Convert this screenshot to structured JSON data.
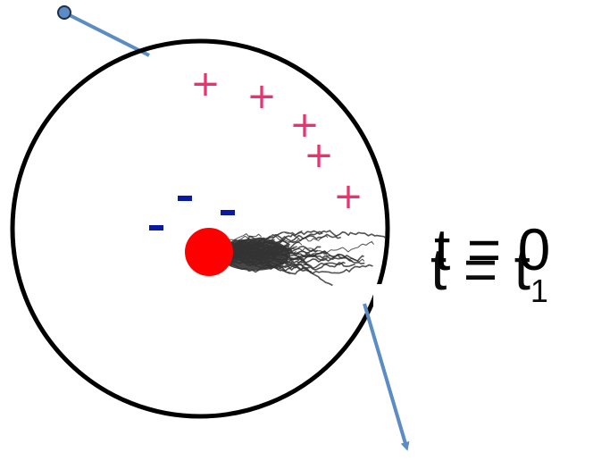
{
  "colors": {
    "circle": "#000000",
    "beam": "#5b8cc4",
    "positive": "#e8336e",
    "negative": "#0a1aa0",
    "particle": "#ff0000",
    "trajectories": "#333333",
    "background": "#ffffff"
  },
  "charges": {
    "positive_symbol": "+",
    "positive_count": 5,
    "negative_symbol": "-",
    "negative_count": 3
  },
  "equations": {
    "first": {
      "left": "t",
      "sign": "=",
      "right": "0",
      "subscript": ""
    },
    "second": {
      "left": "t",
      "sign": "=",
      "right": "t",
      "subscript": "1"
    }
  },
  "icons": {
    "source": "dot-icon",
    "exit": "arrow-icon"
  }
}
